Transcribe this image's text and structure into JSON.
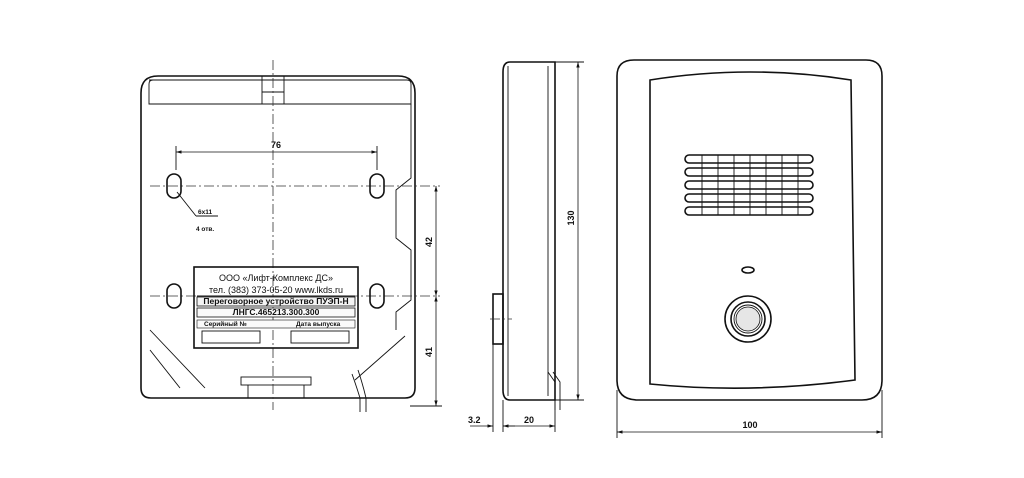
{
  "plate": {
    "line1": "ООО «Лифт-Комплекс ДС»",
    "line2": "тел. (383) 373-05-20 www.lkds.ru",
    "device": "Переговорное устройство ПУЭП-Н",
    "code": "ЛНГС.465213.300.300",
    "serial_label": "Серийный №",
    "date_label": "Дата выпуска"
  },
  "dimensions": {
    "hole_spacing": "76",
    "hole_size": "6x11",
    "hole_count": "4 отв.",
    "vertical_upper": "42",
    "vertical_lower": "41",
    "height": "130",
    "depth": "20",
    "offset": "3.2",
    "width": "100"
  },
  "colors": {
    "line": "#111111",
    "background": "#ffffff"
  }
}
